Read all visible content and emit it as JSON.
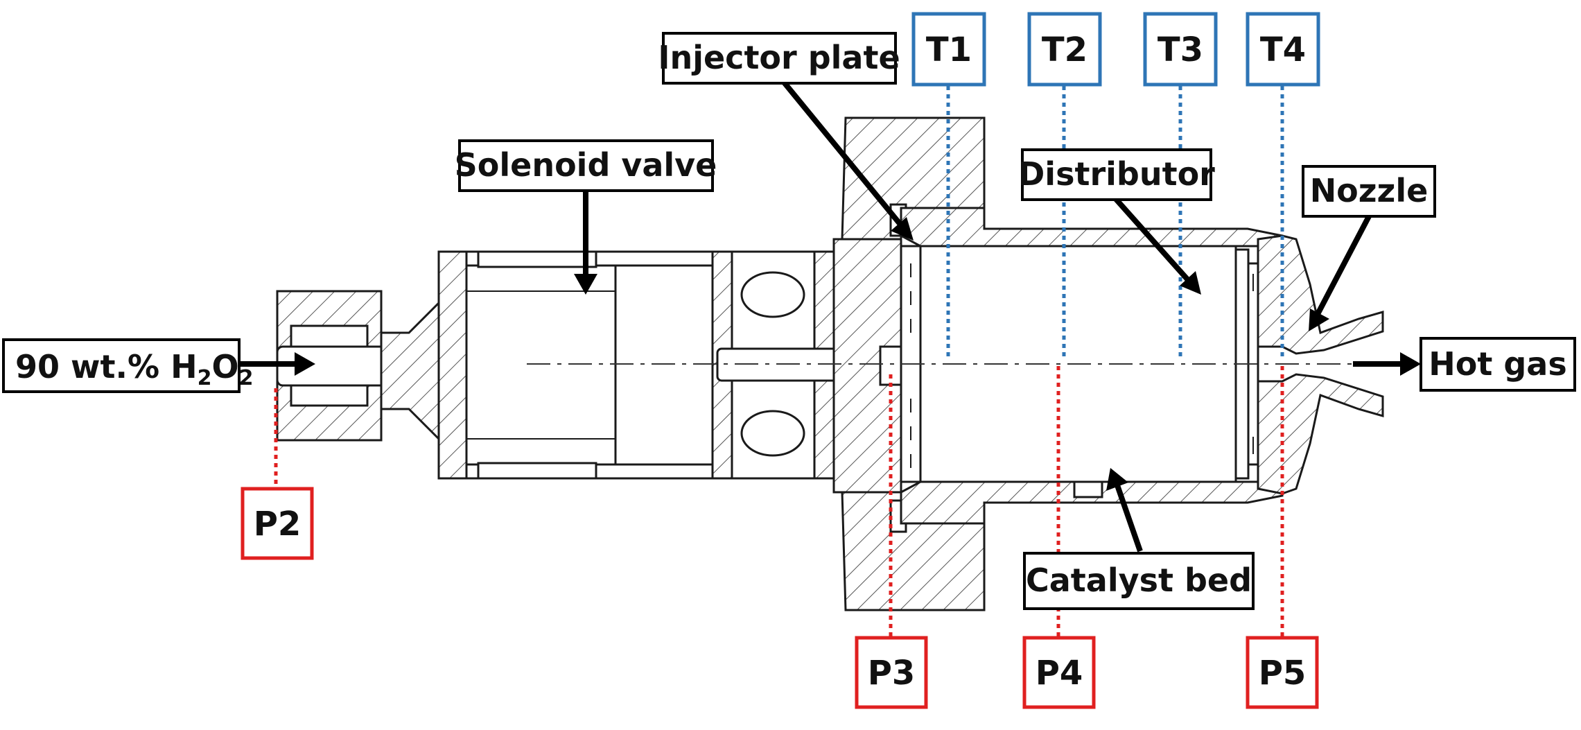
{
  "labels": {
    "inlet": "90 wt.% H",
    "inlet_sub1": "2",
    "inlet_o": "O",
    "inlet_sub2": "2",
    "solenoid_valve": "Solenoid valve",
    "injector_plate": "Injector plate",
    "distributor": "Distributor",
    "nozzle": "Nozzle",
    "hot_gas": "Hot gas",
    "catalyst_bed": "Catalyst bed"
  },
  "temperature_sensors": [
    "T1",
    "T2",
    "T3",
    "T4"
  ],
  "pressure_sensors": [
    "P2",
    "P3",
    "P4",
    "P5"
  ],
  "colors": {
    "temperature": "#2e75b6",
    "pressure": "#e02020",
    "outline": "#000000"
  }
}
